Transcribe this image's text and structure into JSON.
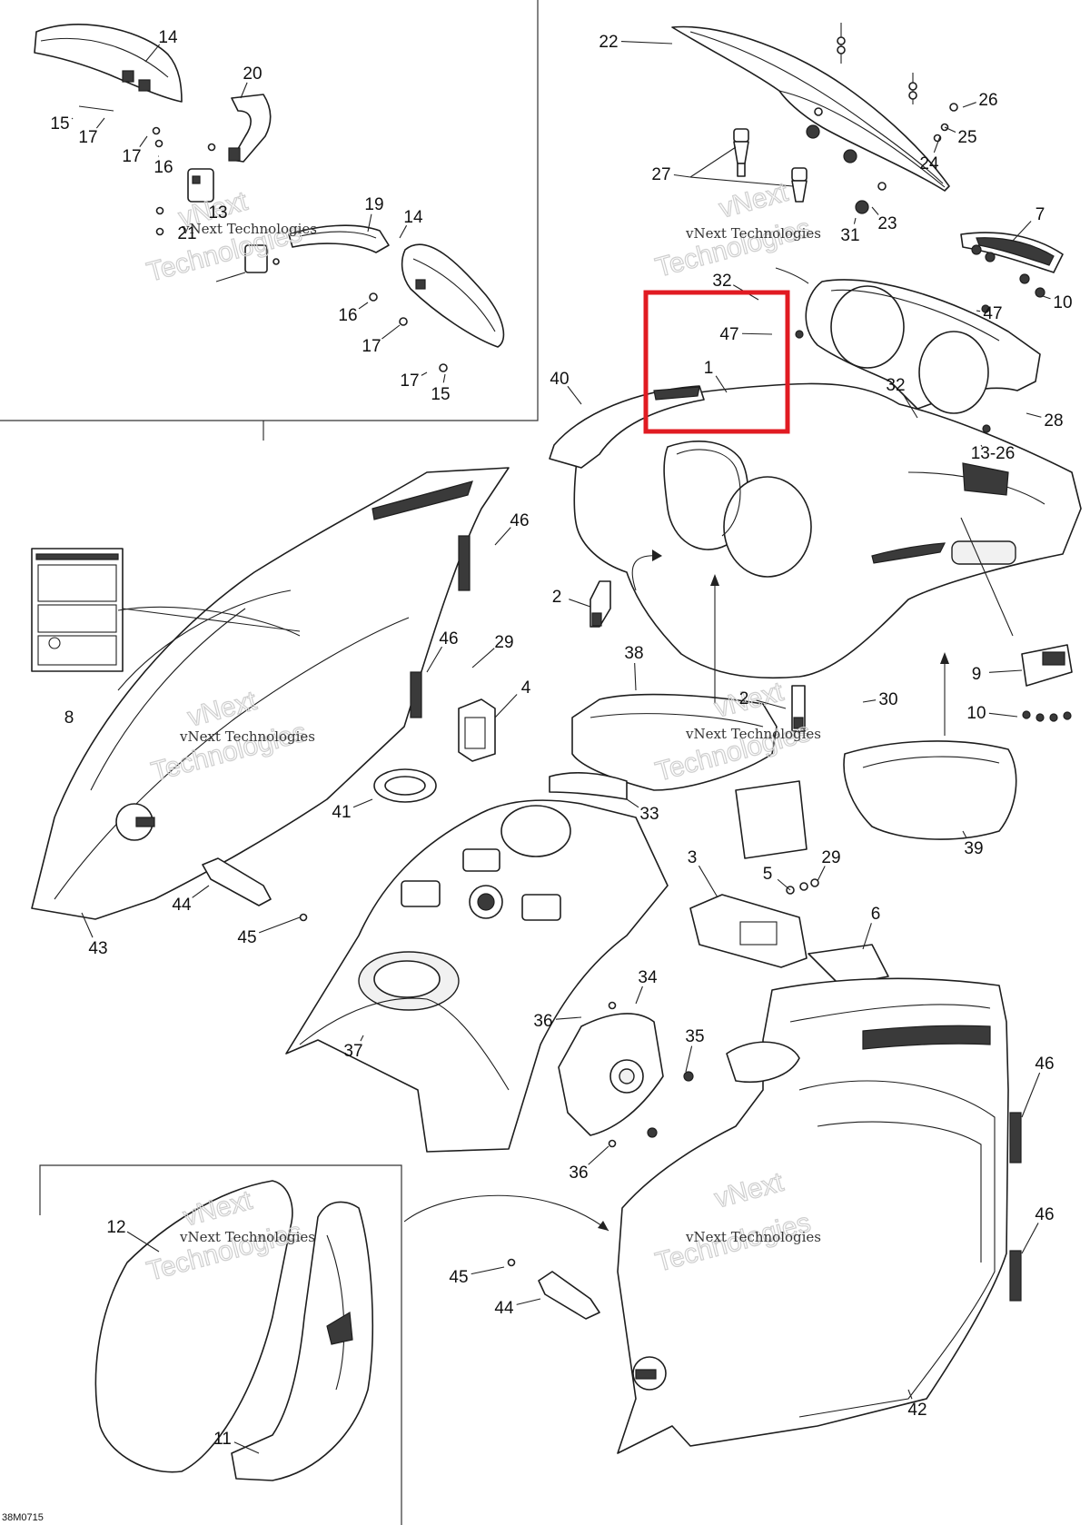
{
  "diagram": {
    "callouts": [
      "1",
      "2",
      "2",
      "3",
      "4",
      "5",
      "6",
      "7",
      "8",
      "9",
      "10",
      "10",
      "11",
      "12",
      "13",
      "14",
      "14",
      "15",
      "15",
      "16",
      "16",
      "17",
      "17",
      "17",
      "17",
      "19",
      "20",
      "21",
      "22",
      "23",
      "24",
      "25",
      "26",
      "27",
      "28",
      "29",
      "29",
      "30",
      "31",
      "32",
      "32",
      "33",
      "34",
      "35",
      "36",
      "36",
      "37",
      "38",
      "39",
      "40",
      "41",
      "42",
      "43",
      "44",
      "44",
      "45",
      "45",
      "46",
      "46",
      "46",
      "46",
      "47",
      "47",
      "13-26"
    ],
    "watermark_text": "vNext Technologies",
    "watermark_big_a": "vNext",
    "watermark_big_b": "Technologies",
    "drawing_code": "38M0715",
    "highlight_color": "#e11b22",
    "highlighted_callout": "1"
  }
}
